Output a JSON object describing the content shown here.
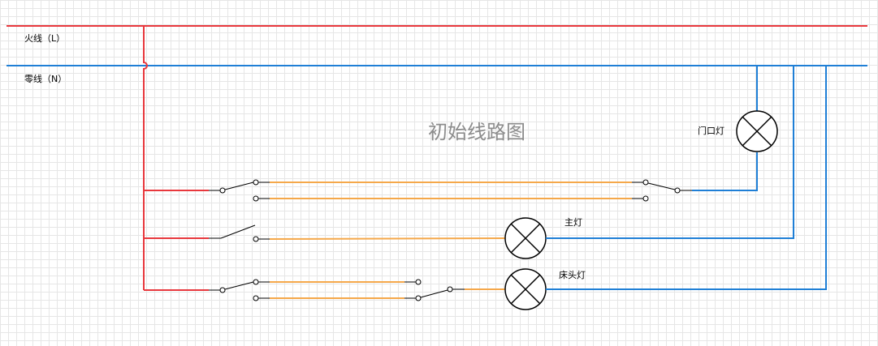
{
  "labels": {
    "live_line": "火线（L）",
    "neutral_line": "零线（N）",
    "title": "初始线路图",
    "door_lamp": "门口灯",
    "main_lamp": "主灯",
    "bed_lamp": "床头灯"
  },
  "colors": {
    "live": "#e8383d",
    "neutral": "#1f7fd6",
    "control": "#f5a84a",
    "title": "#8c8c8c",
    "grid": "#e6e6e6"
  },
  "icons": {
    "lamp": "circle-with-x-lamp-icon",
    "switch": "open-contact-switch-icon"
  }
}
